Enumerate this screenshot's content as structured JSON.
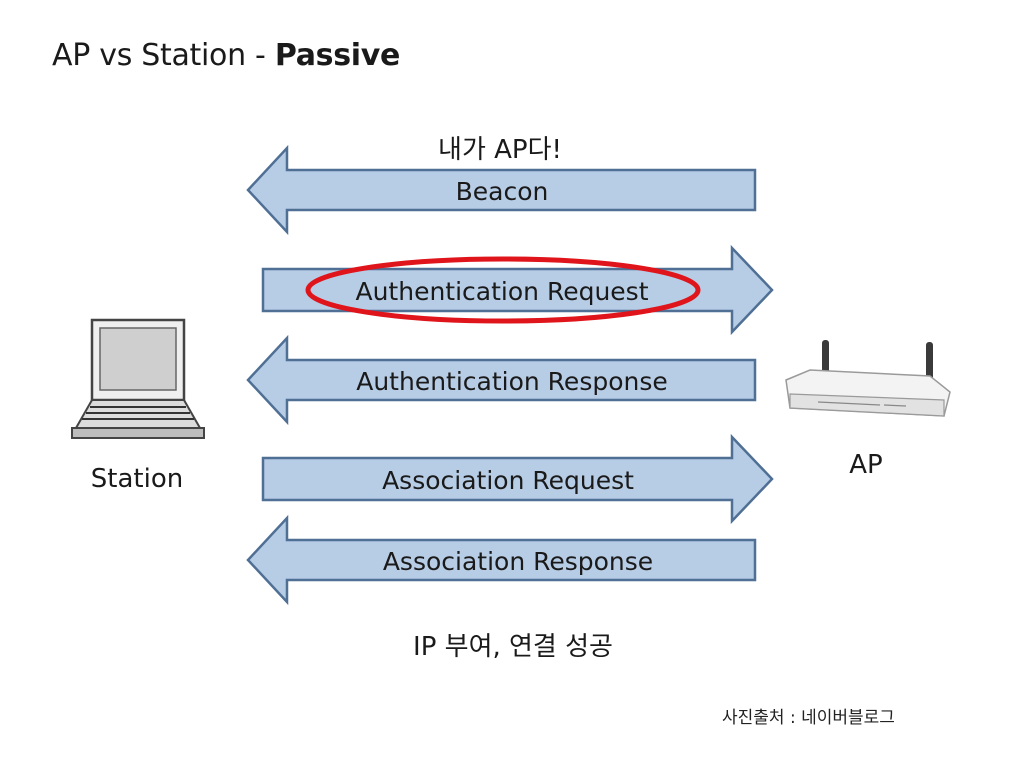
{
  "title": {
    "prefix": "AP vs Station - ",
    "emphasis": "Passive"
  },
  "diagram": {
    "beacon_caption": "내가 AP다!",
    "arrows": [
      {
        "label": "Beacon",
        "direction": "to-station"
      },
      {
        "label": "Authentication Request",
        "direction": "to-ap",
        "highlighted": true
      },
      {
        "label": "Authentication Response",
        "direction": "to-station"
      },
      {
        "label": "Association Request",
        "direction": "to-ap"
      },
      {
        "label": "Association Response",
        "direction": "to-station"
      }
    ],
    "station_label": "Station",
    "ap_label": "AP",
    "result_caption": "IP 부여, 연결 성공",
    "colors": {
      "arrow_fill": "#b7cce5",
      "arrow_stroke": "#4f6f95",
      "highlight": "#e0141b"
    }
  },
  "credit": "사진출처 : 네이버블로그"
}
